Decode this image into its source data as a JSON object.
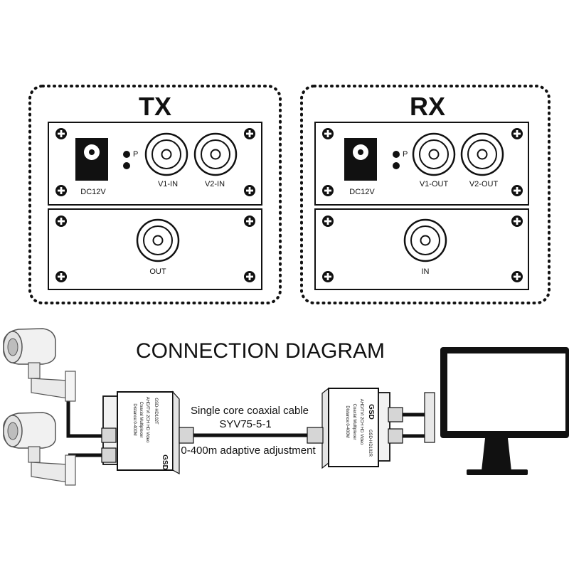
{
  "tx": {
    "title": "TX",
    "power_label": "DC12V",
    "indicator_label": "P",
    "port1_label": "V1-IN",
    "port2_label": "V2-IN",
    "output_label": "OUT"
  },
  "rx": {
    "title": "RX",
    "power_label": "DC12V",
    "indicator_label": "P",
    "port1_label": "V1-OUT",
    "port2_label": "V2-OUT",
    "input_label": "IN"
  },
  "diagram": {
    "heading": "CONNECTION DIAGRAM",
    "cable_line1": "Single core coaxial cable",
    "cable_line2": "SYV75-5-1",
    "distance_note": "0-400m adaptive adjustment"
  },
  "tx_device": {
    "brand": "GSD",
    "model": "GSD-HD102T",
    "line1": "AHD/TVI 2CH HD Video",
    "line2": "Coaxial Multiplexer",
    "line3": "Distance:0-400M"
  },
  "rx_device": {
    "brand": "GSD",
    "model": "GSD-HD102R",
    "line1": "AHD/TVI 2CH HD Video",
    "line2": "Coaxial Multiplexer",
    "line3": "Distance:0-400M"
  },
  "icons": [
    "camera-icon",
    "monitor-icon",
    "screw-icon",
    "bnc-connector-icon",
    "dc-jack-icon"
  ]
}
